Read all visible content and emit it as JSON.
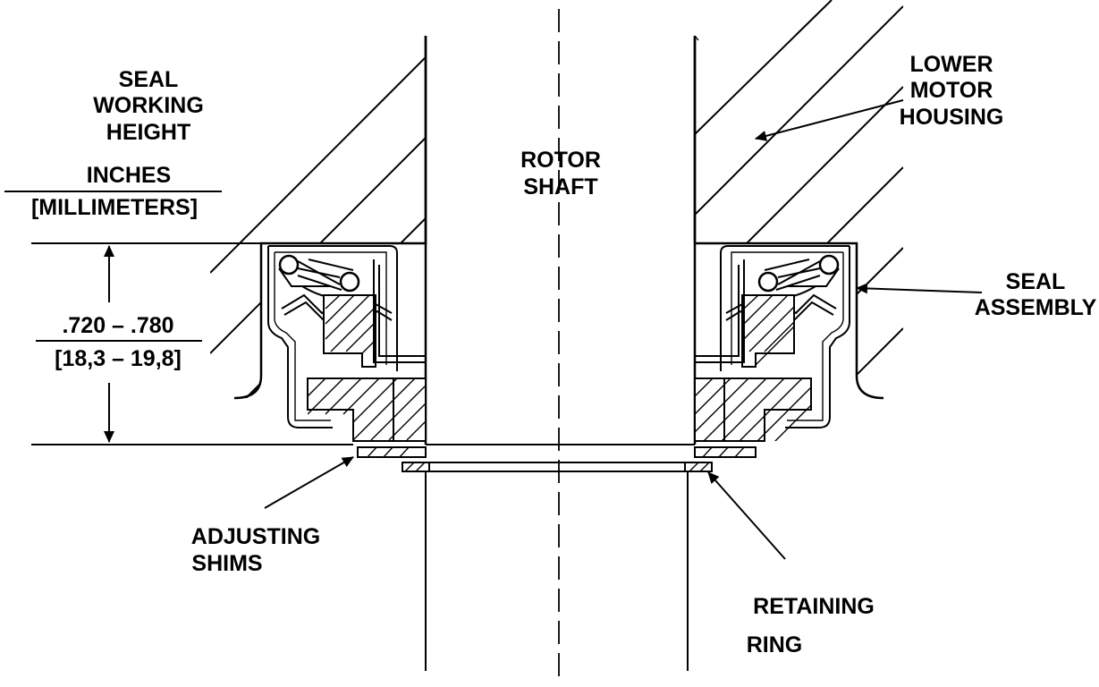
{
  "labels": {
    "seal_working_height": [
      "SEAL",
      "WORKING",
      "HEIGHT"
    ],
    "units_inches": "INCHES",
    "units_mm": "[MILLIMETERS]",
    "dimension_inches": ".720 – .780",
    "dimension_mm": "[18,3 – 19,8]",
    "rotor_shaft": [
      "ROTOR",
      "SHAFT"
    ],
    "lower_motor_housing": [
      "LOWER",
      "MOTOR",
      "HOUSING"
    ],
    "seal_assembly": [
      "SEAL",
      "ASSEMBLY"
    ],
    "adjusting_shims": [
      "ADJUSTING",
      "SHIMS"
    ],
    "retaining_ring": [
      "RETAINING",
      "RING"
    ]
  }
}
